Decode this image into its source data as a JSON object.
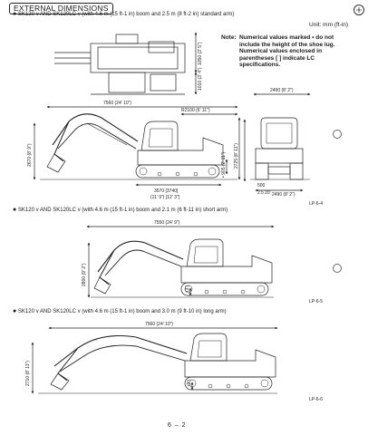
{
  "header": {
    "title": "EXTERNAL DIMENSIONS",
    "unit": "Unit:  mm (ft-in)"
  },
  "note": {
    "label": "Note:",
    "text": "Numerical values marked • do not include the height of the shoe lug. Numerical values enclosed in parentheses [ ] indicate LC specifications."
  },
  "sections": [
    {
      "caption": "SK120 v AND SK120LC v (with 4.6 m (15 ft-1 in) boom and 2.5 m (8 ft-2 in) standard arm)",
      "figure": "LP-6-4",
      "dims": {
        "width_top": "2490 (8' 2\")",
        "length": "7560 (24' 10\")",
        "radius": "R2100 (6' 11\")",
        "height": "2670 (8' 9\")",
        "cab_h": "2725 (8' 11\")",
        "clearance": "• 905 (2' 11\")",
        "tumbler": "3570 [3740]",
        "tumbler_ft": "(11' 9\") [12' 3\"]",
        "track_w": "2490 (8' 2\")",
        "top_a": "1050 (3' 5\")",
        "top_b": "1010 (3' 4\")",
        "shoe": "500",
        "gauge_a": "2.5",
        "gauge_b": "20'"
      }
    },
    {
      "caption": "SK120 v AND SK120LC v (with 4.6 m (15 ft-1 in) boom and 2.1 m (6 ft-11 in) short arm)",
      "figure": "LP-6-5",
      "dims": {
        "length": "7550 (24' 9\")",
        "height": "2800 (9' 2\")",
        "pin": "(3')"
      }
    },
    {
      "caption": "SK120 v AND SK120LC v (with 4.6 m (15 ft-1 in) boom and 3.0 m (9 ft-10 in) long arm)",
      "figure": "LP-6-6",
      "dims": {
        "length": "7560 (24' 10\")",
        "height": "2710 (8' 11\")",
        "pin": "(3')"
      }
    }
  ],
  "page_number": "6 – 2",
  "icons": {
    "corner": "print-icon",
    "holes": "binder-hole-icon"
  }
}
